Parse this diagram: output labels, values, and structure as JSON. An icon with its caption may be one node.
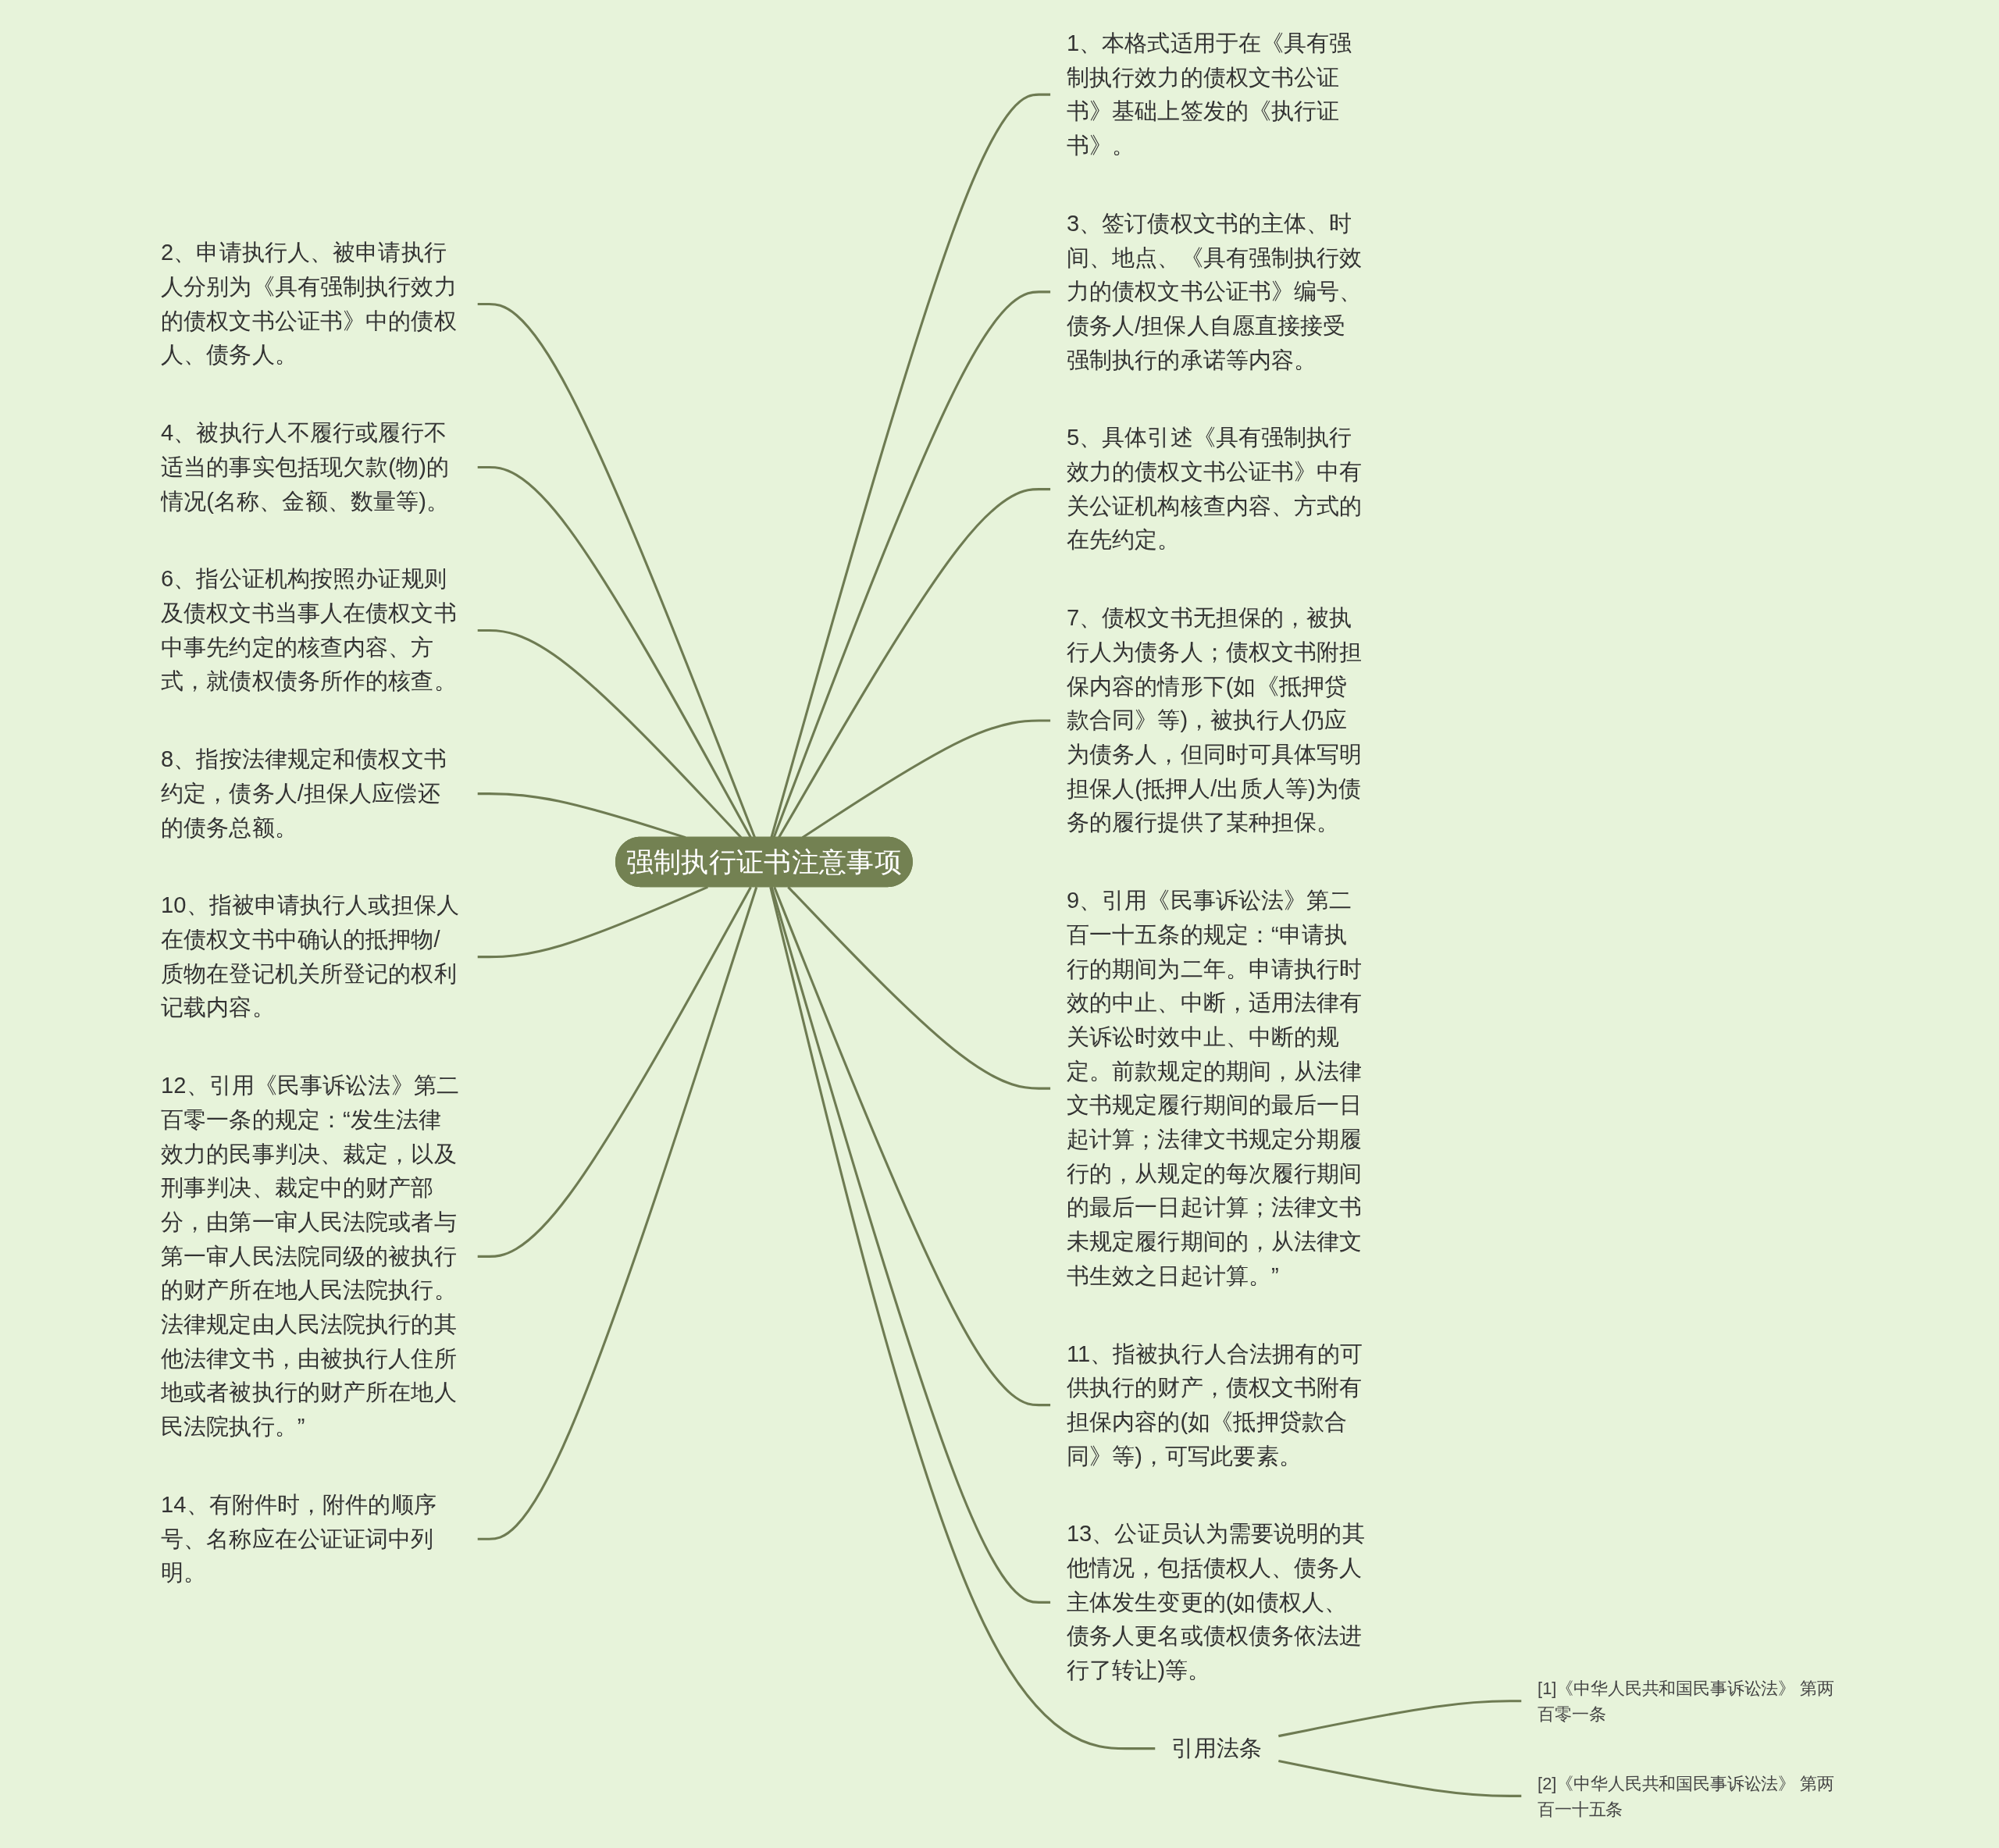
{
  "diagram": {
    "nodes": [
      {
        "text": [
          "强制执行证书注意事项"
        ]
      },
      {
        "text": [
          "1、本格式适用于在《具有强制执行效力的债权文书公证书》基础上签发的《执行证书》。"
        ]
      },
      {
        "text": [
          "2、申请执行人、被申请执行人分别为《具有强制执行效力的债权文书公证书》中的债权人、债务人。"
        ]
      },
      {
        "text": [
          "3、签订债权文书的主体、时间、地点、《具有强制执行效力的债权文书公证书》编号、债务人/担保人自愿直接接受强制执行的承诺等内容。"
        ]
      },
      {
        "text": [
          "4、被执行人不履行或履行不适当的事实包括现欠款(物)的情况(名称、金额、数量等)。"
        ]
      },
      {
        "text": [
          "5、具体引述《具有强制执行效力的债权文书公证书》中有关公证机构核查内容、方式的在先约定。"
        ]
      },
      {
        "text": [
          "6、指公证机构按照办证规则及债权文书当事人在债权文书中事先约定的核查内容、方式，就债权债务所作的核查。"
        ]
      },
      {
        "text": [
          "7、债权文书无担保的，被执行人为债务人；债权文书附担保内容的情形下(如《抵押贷款合同》等)，被执行人仍应为债务人，但同时可具体写明担保人(抵押人/出质人等)为债务的履行提供了某种担保。"
        ]
      },
      {
        "text": [
          "8、指按法律规定和债权文书约定，债务人/担保人应偿还的债务总额。"
        ]
      },
      {
        "text": [
          "9、引用《民事诉讼法》第二百一十五条的规定：“申请执行的期间为二年。申请执行时效的中止、中断，适用法律有关诉讼时效中止、中断的规定。前款规定的期间，从法律文书规定履行期间的最后一日起计算；法律文书规定分期履行的，从规定的每次履行期间的最后一日起计算；法律文书未规定履行期间的，从法律文书生效之日起计算。”"
        ]
      },
      {
        "text": [
          "10、指被申请执行人或担保人在债权文书中确认的抵押物/质物在登记机关所登记的权利记载内容。"
        ]
      },
      {
        "text": [
          "11、指被执行人合法拥有的可供执行的财产，债权文书附有担保内容的(如《抵押贷款合同》等)，可写此要素。"
        ]
      },
      {
        "text": [
          "12、引用《民事诉讼法》第二百零一条的规定：“发生法律效力的民事判决、裁定，以及刑事判决、裁定中的财产部分，由第一审人民法院或者与第一审人民法院同级的被执行的财产所在地人民法院执行。法律规定由人民法院执行的其他法律文书，由被执行人住所地或者被执行的财产所在地人民法院执行。”"
        ]
      },
      {
        "text": [
          "13、公证员认为需要说明的其他情况，包括债权人、债务人主体发生变更的(如债权人、债务人更名或债权债务依法进行了转让)等。"
        ]
      },
      {
        "text": [
          "14、有附件时，附件的顺序号、名称应在公证证词中列明。"
        ]
      },
      {
        "text": [
          "引用法条"
        ]
      },
      {
        "text": [
          "[1]《中华人民共和国民事诉讼法》 第两百零一条"
        ]
      },
      {
        "text": [
          "[2]《中华人民共和国民事诉讼法》 第两百一十五条"
        ]
      }
    ],
    "edges": [
      {
        "from": 0,
        "to": 1,
        "arrow": "none"
      },
      {
        "from": 2,
        "to": 0,
        "arrow": "none"
      },
      {
        "from": 0,
        "to": 3,
        "arrow": "none"
      },
      {
        "from": 4,
        "to": 0,
        "arrow": "none"
      },
      {
        "from": 0,
        "to": 5,
        "arrow": "none"
      },
      {
        "from": 6,
        "to": 0,
        "arrow": "none"
      },
      {
        "from": 0,
        "to": 7,
        "arrow": "none"
      },
      {
        "from": 8,
        "to": 0,
        "arrow": "none"
      },
      {
        "from": 0,
        "to": 9,
        "arrow": "none"
      },
      {
        "from": 10,
        "to": 0,
        "arrow": "none"
      },
      {
        "from": 0,
        "to": 11,
        "arrow": "none"
      },
      {
        "from": 12,
        "to": 0,
        "arrow": "none"
      },
      {
        "from": 0,
        "to": 13,
        "arrow": "none"
      },
      {
        "from": 14,
        "to": 0,
        "arrow": "none"
      },
      {
        "from": 0,
        "to": 15,
        "arrow": "none"
      },
      {
        "from": 15,
        "to": 16,
        "arrow": "none"
      },
      {
        "from": 15,
        "to": 17,
        "arrow": "none"
      }
    ]
  }
}
